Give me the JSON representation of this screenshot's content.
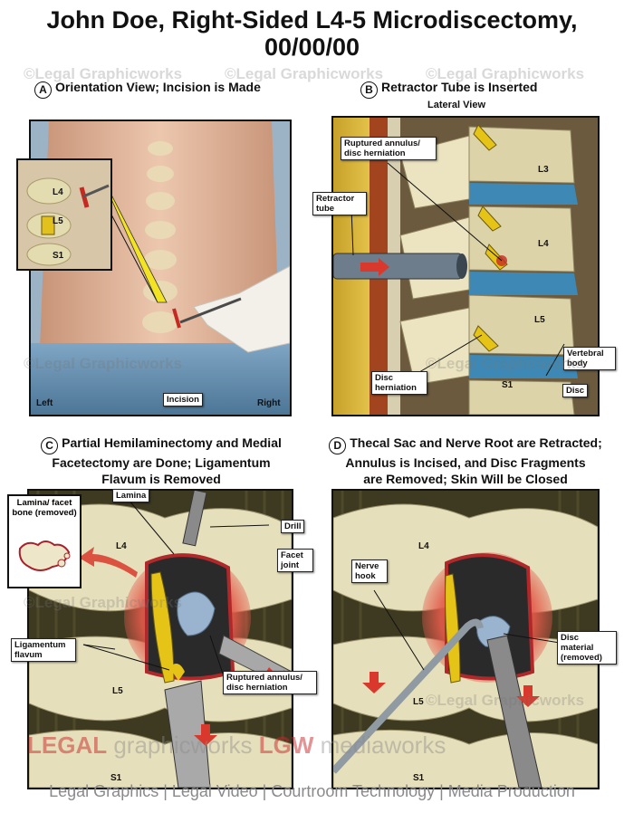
{
  "title": {
    "line1": "John Doe, Right-Sided L4-5 Microdiscectomy,",
    "line2": "00/00/00"
  },
  "panels": {
    "a": {
      "letter": "A",
      "heading": "Orientation View; Incision is Made",
      "labels": {
        "l4": "L4",
        "l5": "L5",
        "s1": "S1",
        "incision": "Incision",
        "left": "Left",
        "right": "Right"
      }
    },
    "b": {
      "letter": "B",
      "heading": "Retractor Tube is Inserted",
      "subheading": "Lateral View",
      "labels": {
        "ruptured": "Ruptured annulus/ disc herniation",
        "retractor": "Retractor tube",
        "l3": "L3",
        "l4": "L4",
        "l5": "L5",
        "s1": "S1",
        "vertebral": "Vertebral body",
        "disc": "Disc",
        "disc_herniation": "Disc herniation"
      }
    },
    "c": {
      "letter": "C",
      "heading_line1": "Partial Hemilaminectomy and Medial",
      "heading_line2": "Facetectomy are Done; Ligamentum",
      "heading_line3": "Flavum is Removed",
      "labels": {
        "lamina_removed": "Lamina/ facet bone (removed)",
        "lamina": "Lamina",
        "drill": "Drill",
        "facet": "Facet joint",
        "l4": "L4",
        "l5": "L5",
        "s1": "S1",
        "ligamentum": "Ligamentum flavum",
        "ruptured": "Ruptured annulus/ disc herniation"
      }
    },
    "d": {
      "letter": "D",
      "heading_line1": "Thecal Sac and Nerve Root are Retracted;",
      "heading_line2": "Annulus is Incised, and Disc Fragments",
      "heading_line3": "are Removed; Skin Will be Closed",
      "labels": {
        "nerve_hook": "Nerve hook",
        "l4": "L4",
        "l5": "L5",
        "s1": "S1",
        "disc_material": "Disc material (removed)"
      }
    }
  },
  "watermark": "©Legal Graphicworks",
  "brand": {
    "part1": "LEGAL",
    "part2": " graphicworks",
    "part3": "LGW",
    "part4": " mediaworks"
  },
  "footer": "Legal Graphics | Legal Video | Courtroom Technology | Media Production",
  "colors": {
    "bone": "#d9cfa3",
    "disc": "#3d88b5",
    "nerve": "#e6c417",
    "skin": "#e2b69a",
    "arrow": "#d8392c"
  }
}
